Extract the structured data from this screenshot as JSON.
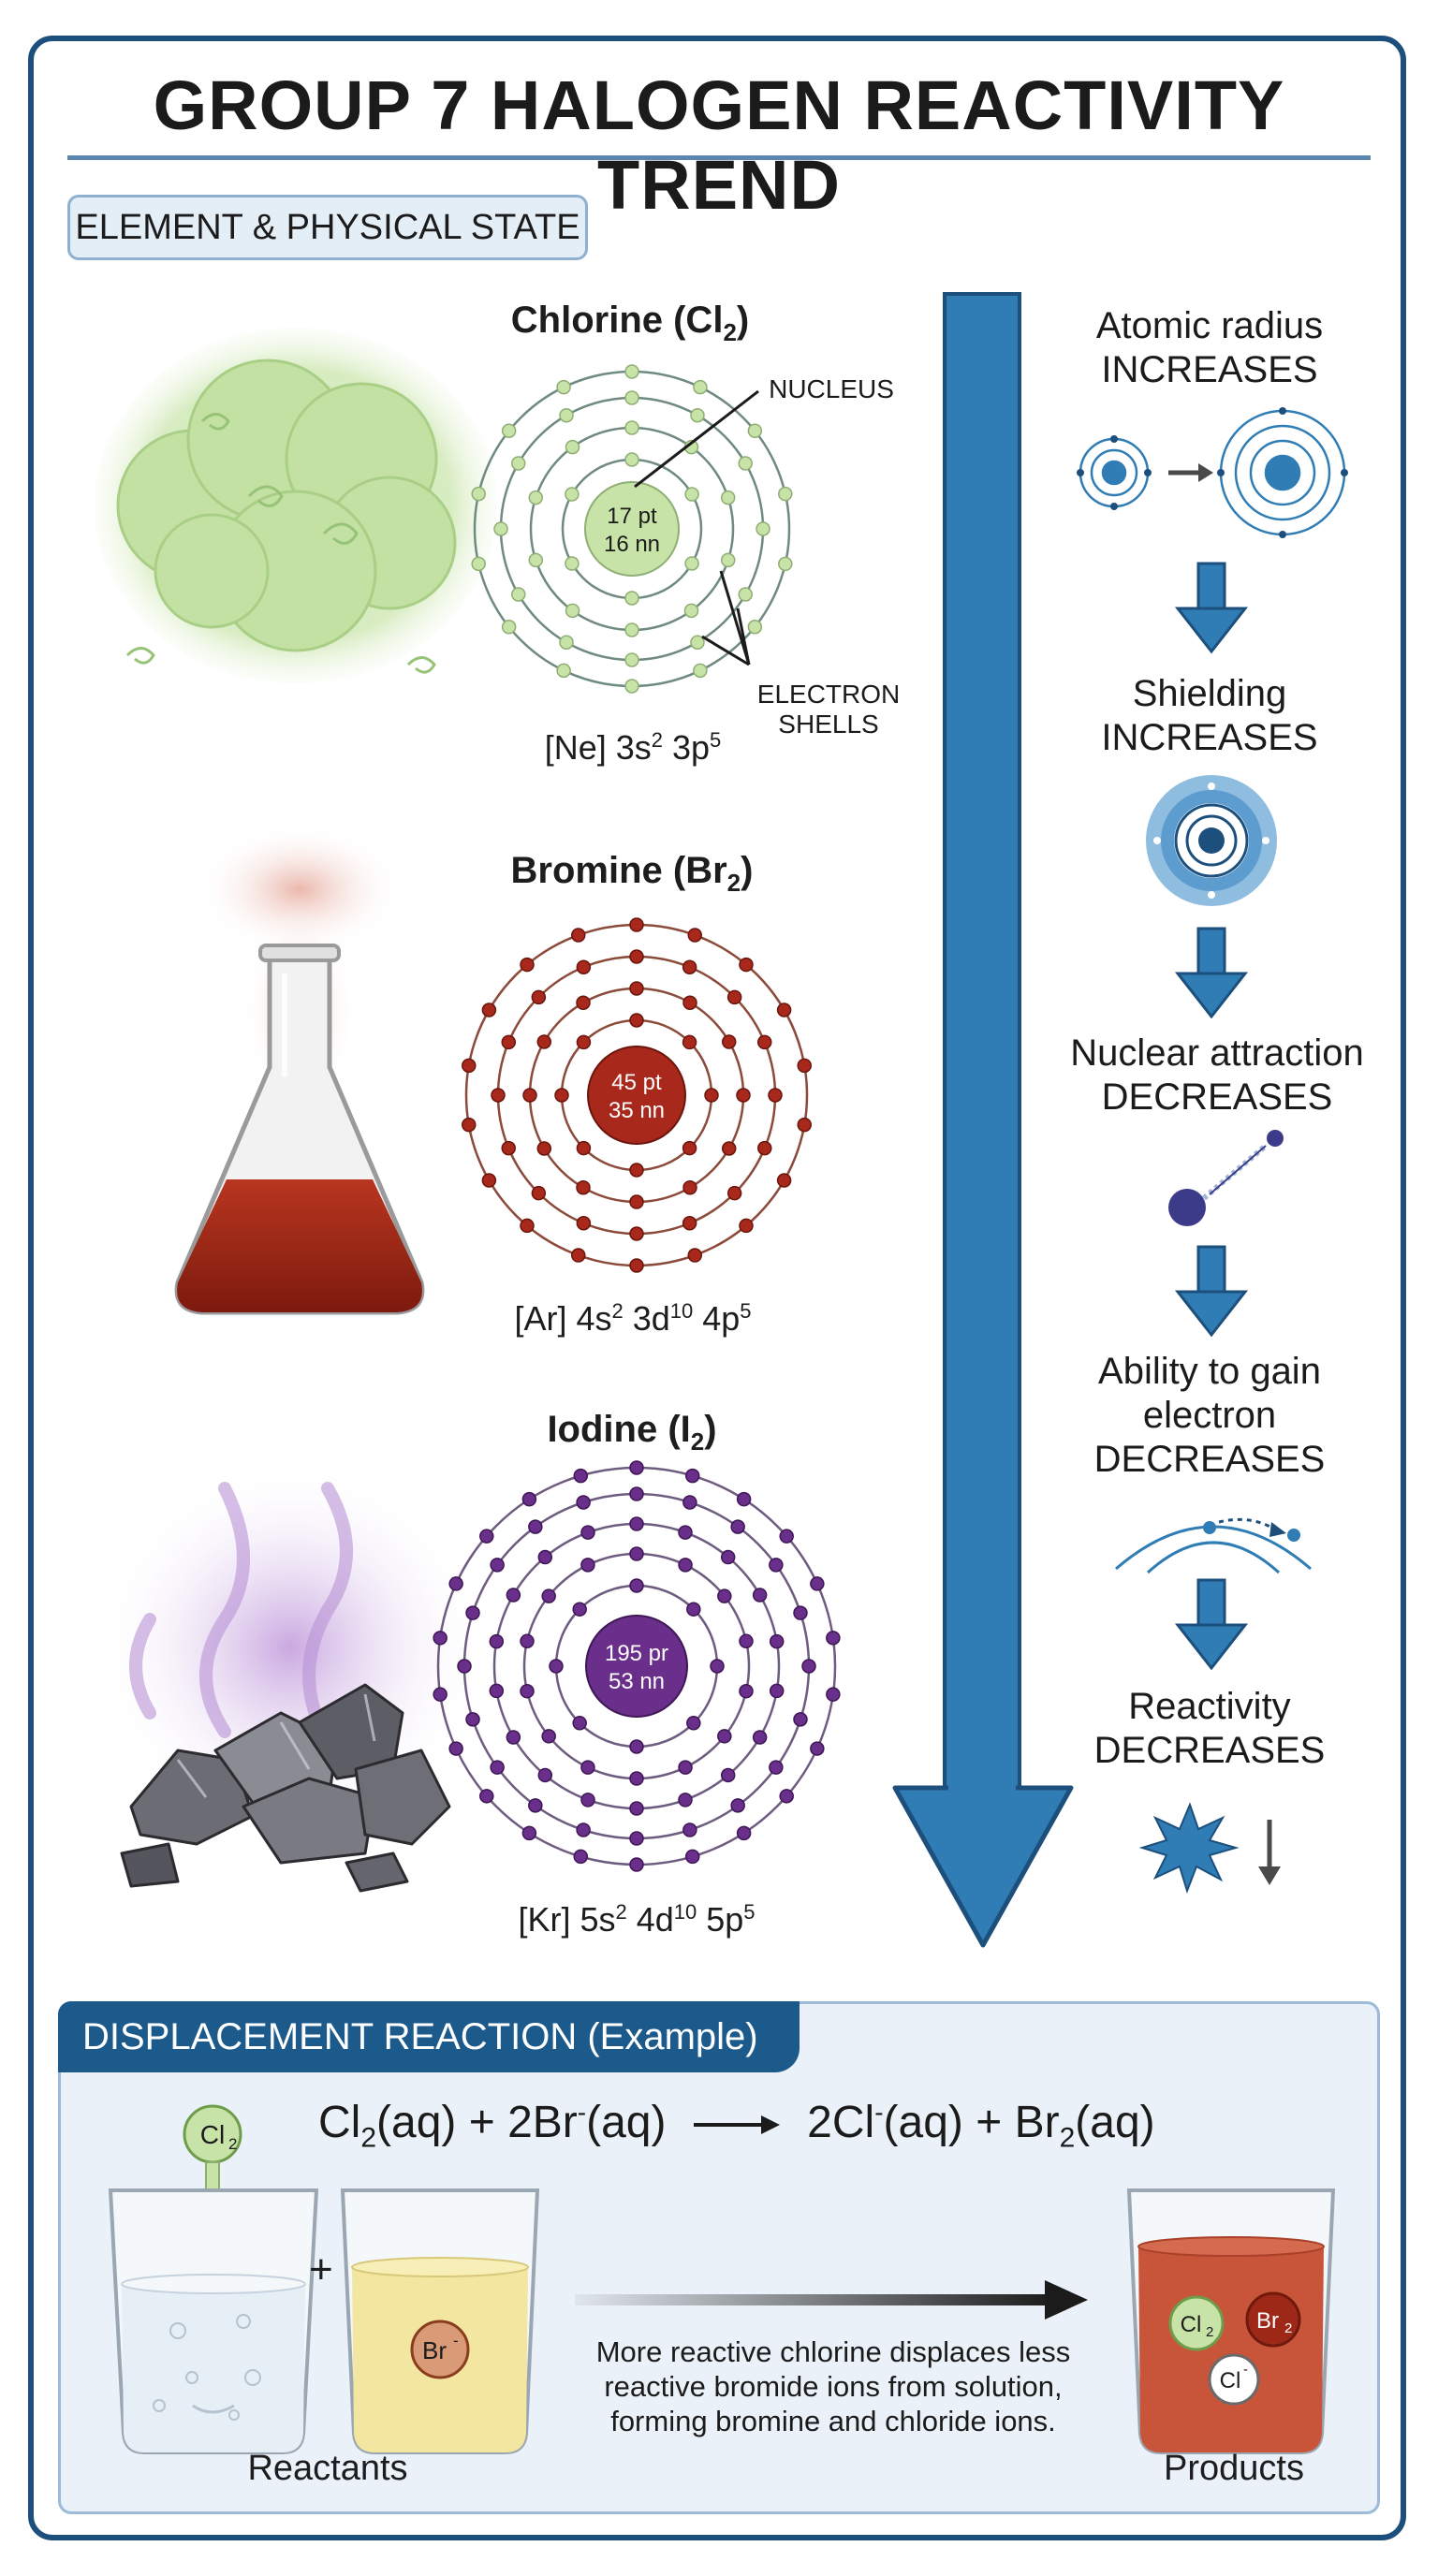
{
  "title": "GROUP 7 HALOGEN REACTIVITY TREND",
  "state_badge": "ELEMENT & PHYSICAL STATE",
  "colors": {
    "frame": "#1d4f7c",
    "trend_arrow": "#2f7db4",
    "chlorine": "#c8e3a8",
    "bromine": "#a8281c",
    "iodine": "#6a2f8a"
  },
  "elements": [
    {
      "name": "Chlorine (Cl",
      "formula_sub": "2",
      "name_close": ")",
      "nucleus_line1": "17 pt",
      "nucleus_line2": "16 nn",
      "config_core": "[Ne] 3s",
      "config_parts": [
        {
          "sup": "2",
          "text": " 3p"
        },
        {
          "sup": "5",
          "text": ""
        }
      ]
    },
    {
      "name": "Bromine (Br",
      "formula_sub": "2",
      "name_close": ")",
      "nucleus_line1": "45 pt",
      "nucleus_line2": "35 nn",
      "config_core": "[Ar] 4s",
      "config_parts": [
        {
          "sup": "2",
          "text": " 3d"
        },
        {
          "sup": "10",
          "text": " 4p"
        },
        {
          "sup": "5",
          "text": ""
        }
      ]
    },
    {
      "name": "Iodine (I",
      "formula_sub": "2",
      "name_close": ")",
      "nucleus_line1": "195 pr",
      "nucleus_line2": "53 nn",
      "config_core": "[Kr] 5s",
      "config_parts": [
        {
          "sup": "2",
          "text": " 4d"
        },
        {
          "sup": "10",
          "text": " 5p"
        },
        {
          "sup": "5",
          "text": ""
        }
      ]
    }
  ],
  "labels": {
    "nucleus": "NUCLEUS",
    "electron_shells_1": "ELECTRON",
    "electron_shells_2": "SHELLS"
  },
  "trend": [
    {
      "line1": "Atomic radius",
      "line2": "INCREASES",
      "icon": "atomic-radius-icon"
    },
    {
      "line1": "Shielding",
      "line2": "INCREASES",
      "icon": "shielding-icon"
    },
    {
      "line1": "Nuclear attraction",
      "line2": "DECREASES",
      "icon": "nuclear-attraction-icon"
    },
    {
      "line1": "Ability to gain",
      "line2": "electron",
      "line3": "DECREASES",
      "icon": "electron-gain-icon"
    },
    {
      "line1": "Reactivity",
      "line2": "DECREASES",
      "icon": "reactivity-burst-icon"
    }
  ],
  "displacement": {
    "tab": "DISPLACEMENT REACTION (Example)",
    "eq": {
      "a": "Cl",
      "a_sub": "2",
      "a_state": "(aq) + 2Br",
      "a_sup": "-",
      "b": "(aq)",
      "c": "2Cl",
      "c_sup": "-",
      "d": "(aq) + Br",
      "d_sub": "2",
      "e": "(aq)"
    },
    "cl2_bubble": "Cl",
    "cl2_sub": "2",
    "plus": "+",
    "br_ion": "Br",
    "br_sup": "-",
    "description": [
      "More reactive chlorine displaces less",
      "reactive bromide ions from solution,",
      "forming bromine and chloride ions."
    ],
    "reactants_label": "Reactants",
    "products_label": "Products",
    "product_cl2": "Cl",
    "product_cl2_sub": "2",
    "product_br2": "Br",
    "product_br2_sub": "2",
    "product_cl_ion": "Cl",
    "product_cl_ion_sup": "-"
  }
}
